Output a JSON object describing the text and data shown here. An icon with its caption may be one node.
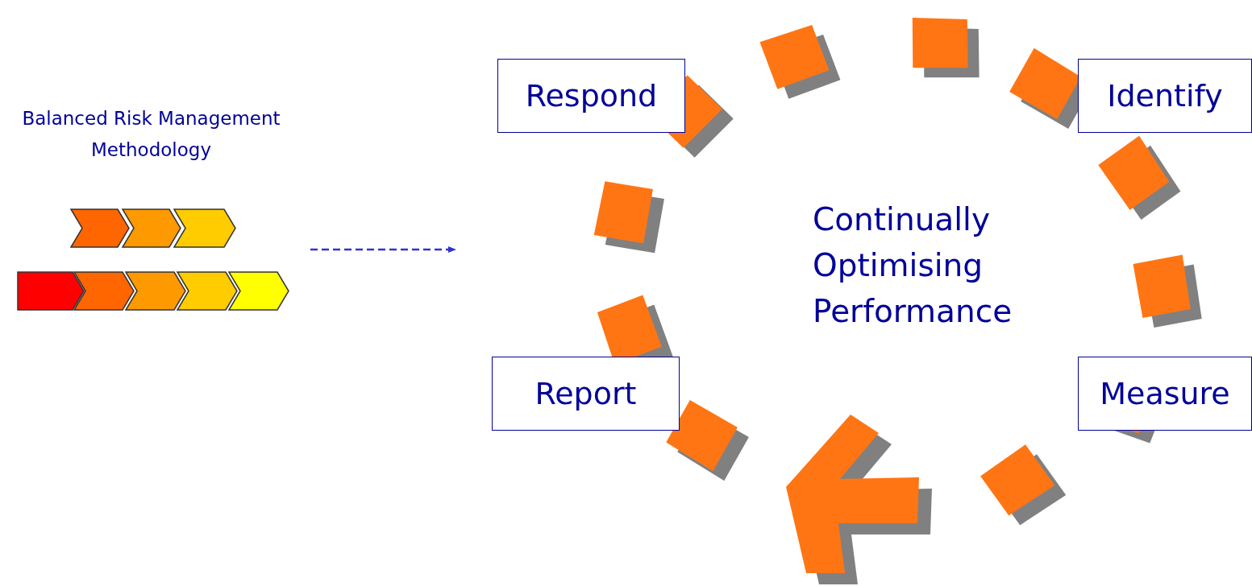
{
  "diagram": {
    "nodes": [
      {
        "text": [],
        "shape": "chevron"
      },
      {
        "text": [],
        "shape": "chevron"
      },
      {
        "text": [],
        "shape": "chevron"
      },
      {
        "text": [],
        "shape": "chevron"
      },
      {
        "text": [],
        "shape": "chevron"
      },
      {
        "text": [],
        "shape": "chevron"
      },
      {
        "text": [],
        "shape": "chevron"
      },
      {
        "text": [],
        "shape": "chevron"
      },
      {
        "text": [
          "Respond"
        ]
      },
      {
        "text": [
          "Identify"
        ]
      },
      {
        "text": [
          "Report"
        ]
      },
      {
        "text": [
          "Measure"
        ]
      }
    ],
    "labels": [
      "Balanced Risk Management Methodology",
      "Continually Optimising Performance"
    ]
  }
}
